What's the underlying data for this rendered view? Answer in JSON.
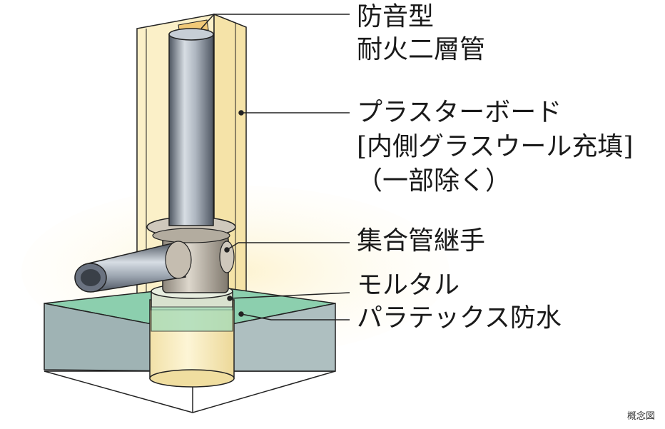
{
  "labels": {
    "pipe_line1": "防音型",
    "pipe_line2": "耐火二層管",
    "board_line1": "プラスターボード",
    "board_line2": "[内側グラスウール充填]",
    "board_line3": "（一部除く）",
    "joint": "集合管継手",
    "mortar": "モルタル",
    "waterproof": "パラテックス防水"
  },
  "note": "概念図",
  "colors": {
    "board_face": "#fbf0c8",
    "board_edge": "#f3e2a6",
    "glow": "#fdf6dc",
    "floor_green": "#8ccfae",
    "wall_gray": "#9fb3b4",
    "mortar_band": "#d9e2cf",
    "sleeve": "#fbefc2",
    "pipe_dark": "#5c6470",
    "pipe_light": "#c9d0d8",
    "joint_metal": "#b9b2a6",
    "insert": "#f1c978"
  }
}
